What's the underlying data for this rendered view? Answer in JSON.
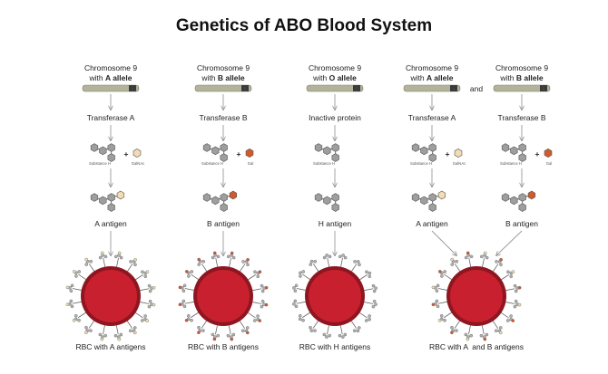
{
  "title": "Genetics of ABO Blood System",
  "and_label": "and",
  "plus_sign": "+",
  "colors": {
    "chromosome_body": "#b3b29a",
    "chromosome_edge": "#7f7e68",
    "band": "#3a3a3a",
    "sugar_base": "#9e9e9e",
    "galnac": "#f2ddb3",
    "gal": "#cf5a2d",
    "rbc_fill": "#c8202f",
    "rbc_edge": "#8e1620",
    "arrow": "#999999"
  },
  "columns": [
    {
      "chromosome_line1": "Chromosome 9",
      "chromosome_line2_prefix": "with ",
      "allele": "A allele",
      "band_letter": "A",
      "enzyme": "Transferase A",
      "substance_label": "Substance H",
      "sugar_label": "GalNAc",
      "sugar": "galnac",
      "antigen": "A antigen",
      "rbc_label": "RBC with A antigens"
    },
    {
      "chromosome_line1": "Chromosome 9",
      "chromosome_line2_prefix": "with ",
      "allele": "B allele",
      "band_letter": "B",
      "enzyme": "Transferase B",
      "substance_label": "Substance H",
      "sugar_label": "Gal",
      "sugar": "gal",
      "antigen": "B antigen",
      "rbc_label": "RBC with B antigens"
    },
    {
      "chromosome_line1": "Chromosome 9",
      "chromosome_line2_prefix": "with ",
      "allele": "O allele",
      "band_letter": "O",
      "enzyme": "Inactive protein",
      "substance_label": "Substance H",
      "sugar_label": "",
      "sugar": "none",
      "antigen": "H antigen",
      "rbc_label": "RBC with H antigens"
    },
    {
      "chromosome_line1": "Chromosome 9",
      "chromosome_line2_prefix": "with ",
      "allele": "A allele",
      "band_letter": "A",
      "enzyme": "Transferase A",
      "substance_label": "Substance H",
      "sugar_label": "GalNAc",
      "sugar": "galnac",
      "antigen": "A antigen",
      "rbc_label": ""
    },
    {
      "chromosome_line1": "Chromosome 9",
      "chromosome_line2_prefix": "with ",
      "allele": "B allele",
      "band_letter": "B",
      "enzyme": "Transferase B",
      "substance_label": "Substance H",
      "sugar_label": "Gal",
      "sugar": "gal",
      "antigen": "B antigen",
      "rbc_label": ""
    }
  ],
  "combined_rbc_label": "RBC with A  and B antigens"
}
